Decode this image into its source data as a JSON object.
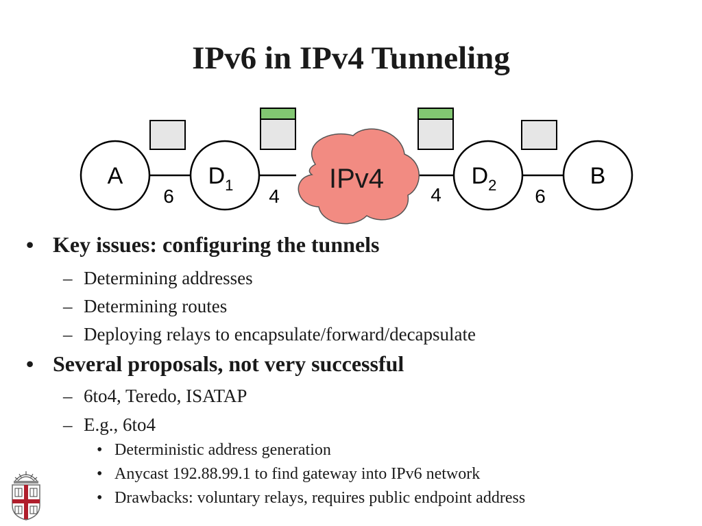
{
  "title": "IPv6 in IPv4 Tunneling",
  "diagram": {
    "nodes": [
      {
        "label": "A"
      },
      {
        "label": "D",
        "sub": "1"
      },
      {
        "label": "D",
        "sub": "2"
      },
      {
        "label": "B"
      }
    ],
    "cloud": {
      "label": "IPv4",
      "color": "#f28b82"
    },
    "links": [
      {
        "label": "6"
      },
      {
        "label": "4"
      },
      {
        "label": "4"
      },
      {
        "label": "6"
      }
    ],
    "packet_color": "#e6e6e6",
    "header_color": "#82c672"
  },
  "bullets": [
    {
      "level": 1,
      "text": "Key issues: configuring the tunnels"
    },
    {
      "level": 2,
      "text": "Determining addresses"
    },
    {
      "level": 2,
      "text": "Determining routes"
    },
    {
      "level": 2,
      "text": "Deploying relays to encapsulate/forward/decapsulate"
    },
    {
      "level": 1,
      "text": "Several proposals, not very successful"
    },
    {
      "level": 2,
      "text": "6to4, Teredo, ISATAP"
    },
    {
      "level": 2,
      "text": "E.g., 6to4"
    },
    {
      "level": 3,
      "text": "Deterministic address generation"
    },
    {
      "level": 3,
      "text": "Anycast 192.88.99.1 to find gateway into IPv6 network"
    },
    {
      "level": 3,
      "text": "Drawbacks: voluntary relays, requires public endpoint address"
    }
  ],
  "markers": {
    "l1": "•",
    "l2": "–",
    "l3": "•"
  }
}
